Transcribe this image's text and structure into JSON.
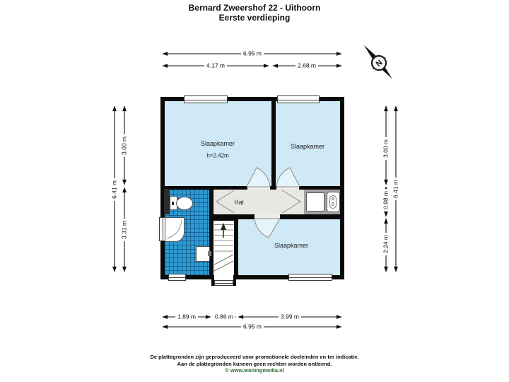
{
  "title": {
    "line1": "Bernard Zweershof 22 - Uithoorn",
    "line2": "Eerste verdieping"
  },
  "compass": {
    "north": "N"
  },
  "rooms": {
    "bedroom1": {
      "label": "Slaapkamer",
      "height_note": "h=2.42m"
    },
    "bedroom2": {
      "label": "Slaapkamer"
    },
    "bedroom3": {
      "label": "Slaapkamer"
    },
    "hall": {
      "label": "Hal"
    }
  },
  "dimensions": {
    "top": {
      "total": "6.95 m",
      "left": "4.17 m",
      "right": "2.68 m"
    },
    "bottom": {
      "seg1": "1.89 m",
      "seg2": "0.86 m",
      "seg3": "3.99 m",
      "total": "6.95 m"
    },
    "left": {
      "seg1": "3.00 m",
      "seg2": "3.31 m",
      "total": "6.41 m"
    },
    "right": {
      "seg1": "3.00 m",
      "seg2": "0.98 m",
      "seg3": "2.24 m",
      "total": "6.41 m"
    }
  },
  "footer": {
    "line1": "De plattegronden zijn geproduceerd voor promotionele doeleinden en ter indicatie.",
    "line2": "Aan de plattegronden kunnen geen rechten worden ontleend.",
    "line3": "© www.woningmedia.nl"
  },
  "colors": {
    "room_fill": "#cfe9f6",
    "bathroom_tile": "#2e9ad2",
    "hall_fill": "#e8e7e2",
    "utility_fill": "#a3a3a0",
    "wall": "#0a0a0a",
    "footer_link": "#2e6b30"
  }
}
